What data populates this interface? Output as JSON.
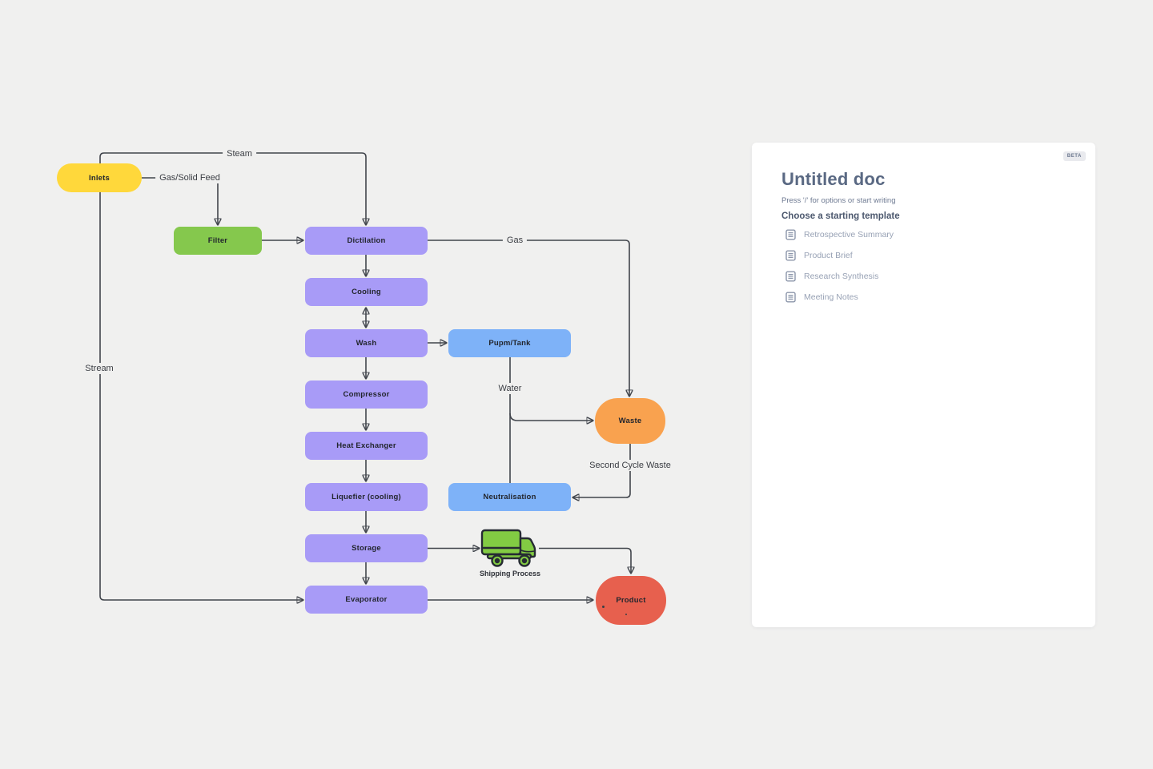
{
  "colors": {
    "canvas_bg": "#F0F0EF",
    "connector_line": "#41454C",
    "node_text": "#23262E",
    "panel_bg": "#FFFFFF",
    "doc_title_text": "#5A6983",
    "template_text": "#98A2B5"
  },
  "diagram": {
    "nodes": {
      "inlets": {
        "label": "Inlets",
        "color": "#FFD83B"
      },
      "filter": {
        "label": "Filter",
        "color": "#85C84D"
      },
      "distillation": {
        "label": "Dictilation",
        "color": "#A89BF7"
      },
      "cooling": {
        "label": "Cooling",
        "color": "#A89BF7"
      },
      "wash": {
        "label": "Wash",
        "color": "#A89BF7"
      },
      "pump_tank": {
        "label": "Pupm/Tank",
        "color": "#7EB2F8"
      },
      "compressor": {
        "label": "Compressor",
        "color": "#A89BF7"
      },
      "heat_exchanger": {
        "label": "Heat Exchanger",
        "color": "#A89BF7"
      },
      "liquefier": {
        "label": "Liquefier (cooling)",
        "color": "#A89BF7"
      },
      "storage": {
        "label": "Storage",
        "color": "#A89BF7"
      },
      "evaporator": {
        "label": "Evaporator",
        "color": "#A89BF7"
      },
      "neutralisation": {
        "label": "Neutralisation",
        "color": "#7EB2F8"
      },
      "waste": {
        "label": "Waste",
        "color": "#F9A24F"
      },
      "product": {
        "label": "Product",
        "color": "#E7604E"
      }
    },
    "edge_labels": {
      "steam": "Steam",
      "gas_solid_feed": "Gas/Solid Feed",
      "gas": "Gas",
      "water": "Water",
      "second_cycle_waste": "Second Cycle Waste",
      "stream": "Stream",
      "shipping_process": "Shipping Process"
    },
    "icons": {
      "truck": "truck-icon"
    }
  },
  "doc_panel": {
    "beta_badge": "BETA",
    "title": "Untitled doc",
    "placeholder": "Press '/' for options or start writing",
    "templates_heading": "Choose a starting template",
    "templates": [
      {
        "icon": "document-icon",
        "label": "Retrospective Summary"
      },
      {
        "icon": "document-icon",
        "label": "Product Brief"
      },
      {
        "icon": "document-icon",
        "label": "Research Synthesis"
      },
      {
        "icon": "document-icon",
        "label": "Meeting Notes"
      }
    ]
  }
}
